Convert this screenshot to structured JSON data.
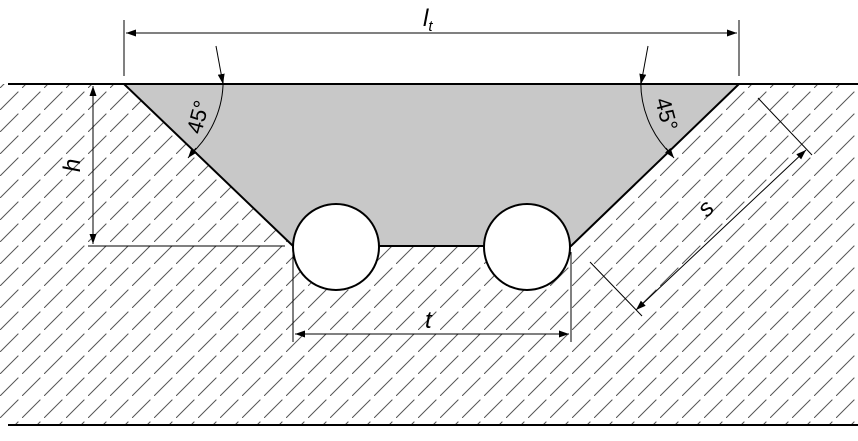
{
  "labels": {
    "overall_length": "l",
    "overall_length_sub": "t",
    "angle_left": "45°",
    "angle_right": "45°",
    "depth": "h",
    "throat": "s",
    "spacing": "t"
  },
  "colors": {
    "fill": "#c8c8c8",
    "line": "#000000",
    "hatch": "#555555",
    "background": "#ffffff"
  }
}
